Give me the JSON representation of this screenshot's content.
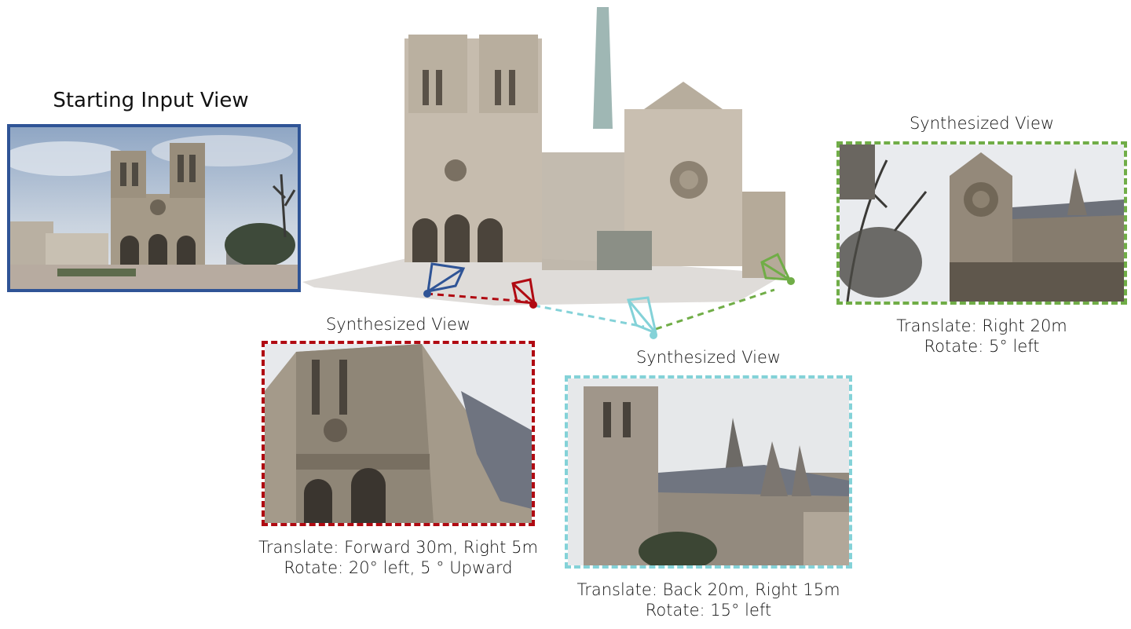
{
  "starting_view": {
    "title": "Starting Input View",
    "border_color": "#2f5496"
  },
  "views": [
    {
      "id": "red",
      "title": "Synthesized View",
      "border_color": "#b00a12",
      "caption_line1": "Translate: Forward 30m, Right 5m",
      "caption_line2": "Rotate: 20° left, 5 ° Upward"
    },
    {
      "id": "cyan",
      "title": "Synthesized View",
      "border_color": "#84d2d8",
      "caption_line1": "Translate: Back 20m, Right 15m",
      "caption_line2": "Rotate: 15° left"
    },
    {
      "id": "green",
      "title": "Synthesized View",
      "border_color": "#70ad47",
      "caption_line1": "Translate: Right 20m",
      "caption_line2": "Rotate: 5° left"
    }
  ],
  "camera_path": {
    "colors": [
      "#2f5496",
      "#b00a12",
      "#84d2d8",
      "#70ad47"
    ]
  }
}
